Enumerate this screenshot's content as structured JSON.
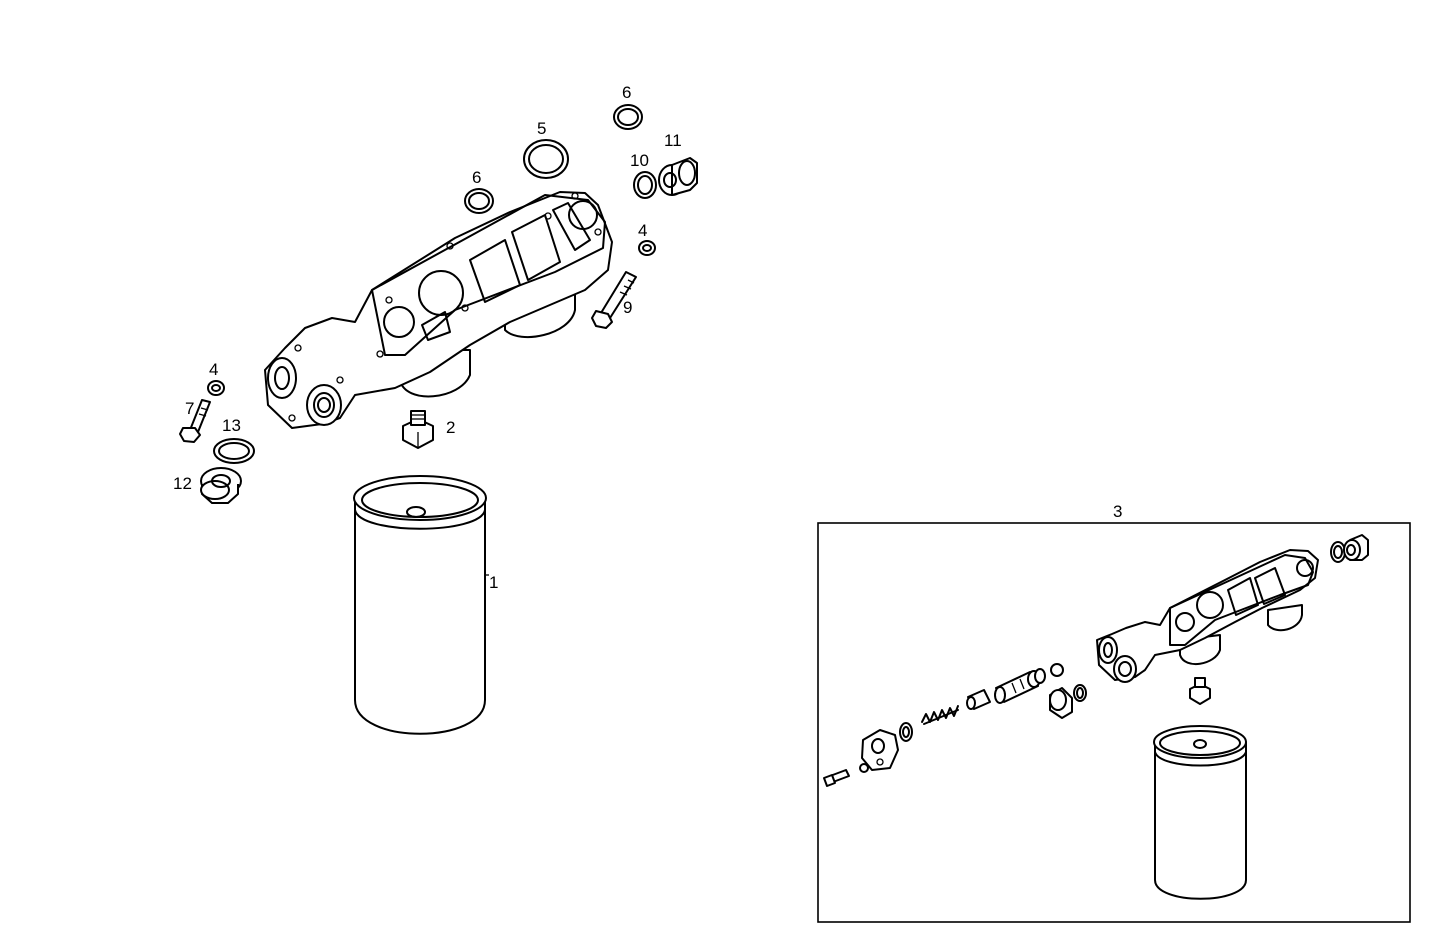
{
  "callouts": {
    "filter": "1",
    "nipple": "2",
    "kit": "3",
    "washer_right": "4",
    "washer_left": "4",
    "oring_large": "5",
    "oring_left": "6",
    "oring_top": "6",
    "bolt_left": "7",
    "bolt_right": "9",
    "seal_right": "10",
    "plug_right": "11",
    "plug_left": "12",
    "seal_left": "13"
  }
}
